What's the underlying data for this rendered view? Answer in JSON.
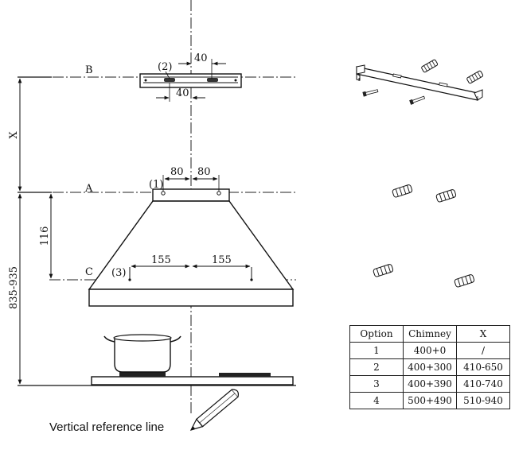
{
  "labels": {
    "point_b": "B",
    "point_a": "A",
    "point_c": "C",
    "dim_x": "X",
    "dim_116": "116",
    "dim_835_935": "835-935",
    "dim_40_top": "40",
    "dim_40_bottom": "40",
    "dim_80_left": "80",
    "dim_80_right": "80",
    "dim_155_left": "155",
    "dim_155_right": "155",
    "marker_1": "(1)",
    "marker_2": "(2)",
    "marker_3": "(3)"
  },
  "reference_caption": "Vertical reference line",
  "table": {
    "headers": [
      "Option",
      "Chimney",
      "X"
    ],
    "rows": [
      [
        "1",
        "400+0",
        "/"
      ],
      [
        "2",
        "400+300",
        "410-650"
      ],
      [
        "3",
        "400+390",
        "410-740"
      ],
      [
        "4",
        "500+490",
        "510-940"
      ]
    ]
  },
  "colors": {
    "line": "#111111",
    "dash": "#222222",
    "background": "#ffffff"
  }
}
